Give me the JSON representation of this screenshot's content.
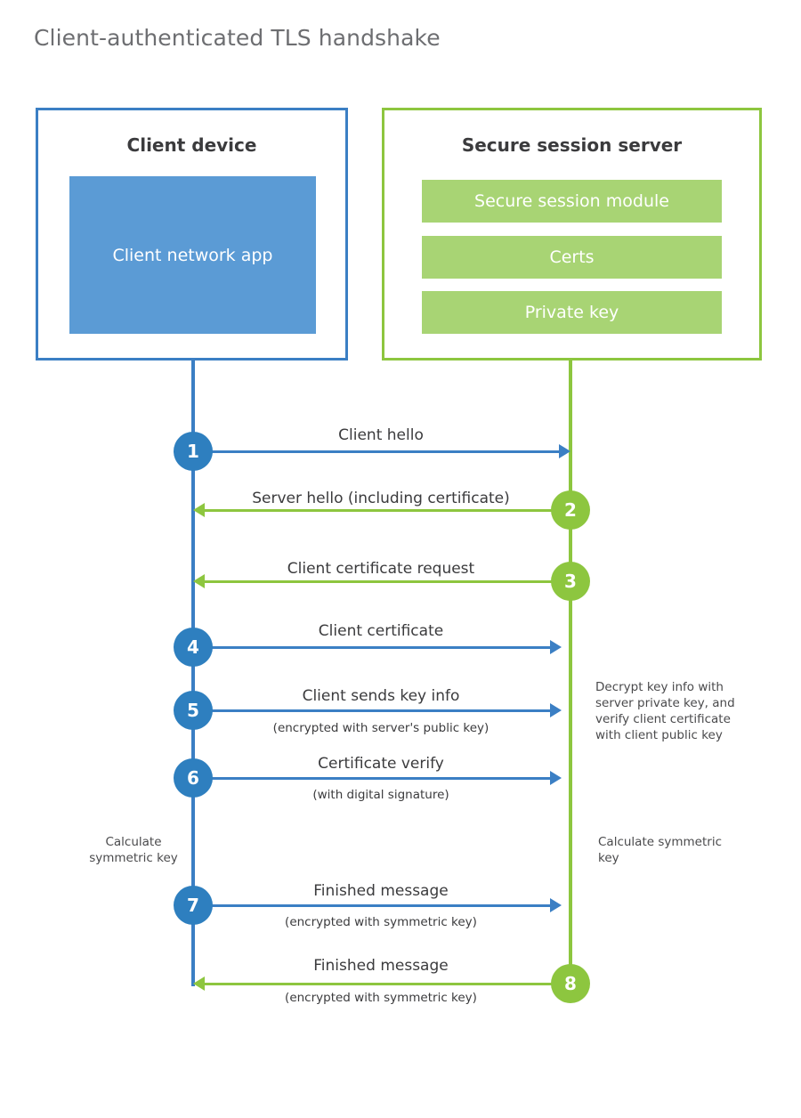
{
  "title": "Client-authenticated TLS handshake",
  "colors": {
    "client_blue": "#3b7fc4",
    "client_app_blue": "#5b9bd5",
    "client_circle_blue": "#2e7fbf",
    "server_green": "#8dc63f",
    "server_bar_green": "#a8d474",
    "title_gray": "#6d6e71",
    "text_gray": "#3b3b3d",
    "background": "#ffffff"
  },
  "client": {
    "title": "Client device",
    "app_label": "Client network app"
  },
  "server": {
    "title": "Secure session server",
    "components": [
      "Secure session module",
      "Certs",
      "Private key"
    ]
  },
  "steps": [
    {
      "number": "1",
      "label": "Client hello",
      "sublabel": "",
      "direction": "client-to-server"
    },
    {
      "number": "2",
      "label": "Server hello (including certificate)",
      "sublabel": "",
      "direction": "server-to-client"
    },
    {
      "number": "3",
      "label": "Client certificate request",
      "sublabel": "",
      "direction": "server-to-client"
    },
    {
      "number": "4",
      "label": "Client certificate",
      "sublabel": "",
      "direction": "client-to-server"
    },
    {
      "number": "5",
      "label": "Client sends key info",
      "sublabel": "(encrypted with server's public key)",
      "direction": "client-to-server"
    },
    {
      "number": "6",
      "label": "Certificate verify",
      "sublabel": "(with digital signature)",
      "direction": "client-to-server"
    },
    {
      "number": "7",
      "label": "Finished message",
      "sublabel": "(encrypted with symmetric key)",
      "direction": "client-to-server"
    },
    {
      "number": "8",
      "label": "Finished message",
      "sublabel": "(encrypted with symmetric key)",
      "direction": "server-to-client"
    }
  ],
  "annotations": {
    "server_decrypt": "Decrypt key info with server private key, and verify client certificate with client public key",
    "client_calculate": "Calculate symmetric key",
    "server_calculate": "Calculate symmetric key"
  }
}
